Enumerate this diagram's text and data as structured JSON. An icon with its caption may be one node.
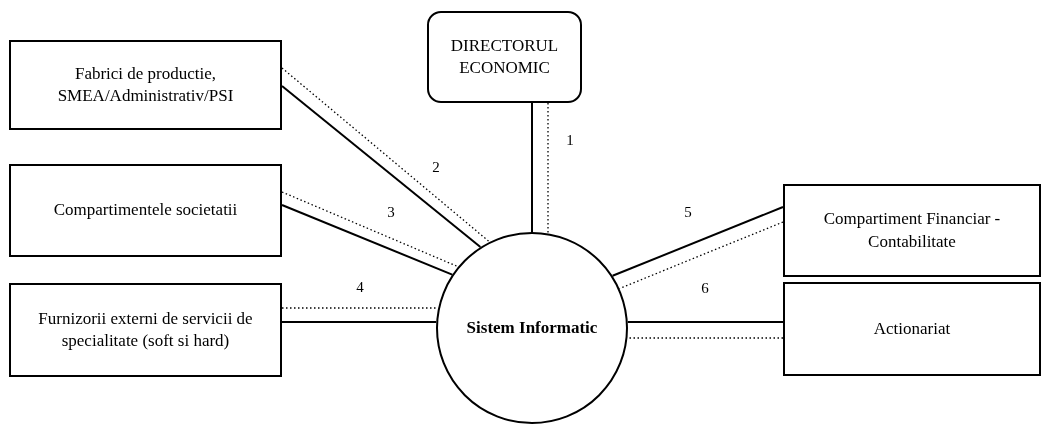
{
  "diagram": {
    "nodes": [
      {
        "text": [
          "DIRECTORUL ECONOMIC"
        ]
      },
      {
        "text": [
          "Fabrici de productie, SMEA/Administrativ/PSI"
        ]
      },
      {
        "text": [
          "Compartimentele societatii"
        ]
      },
      {
        "text": [
          "Furnizorii externi de servicii de specialitate (soft si hard)"
        ]
      },
      {
        "text": [
          "Sistem Informatic"
        ]
      },
      {
        "text": [
          "Compartiment Financiar - Contabilitate"
        ]
      },
      {
        "text": [
          "Actionariat"
        ]
      }
    ],
    "edges": [
      {
        "from": 0,
        "to": 4,
        "arrow": "none"
      },
      {
        "from": 0,
        "to": 4,
        "arrow": "none",
        "style": "dashed"
      },
      {
        "from": 1,
        "to": 4,
        "arrow": "none",
        "style": "dashed"
      },
      {
        "from": 1,
        "to": 4,
        "arrow": "none"
      },
      {
        "from": 2,
        "to": 4,
        "arrow": "none",
        "style": "dashed"
      },
      {
        "from": 2,
        "to": 4,
        "arrow": "none"
      },
      {
        "from": 3,
        "to": 4,
        "arrow": "none",
        "style": "dashed"
      },
      {
        "from": 3,
        "to": 4,
        "arrow": "none"
      },
      {
        "from": 5,
        "to": 4,
        "arrow": "none"
      },
      {
        "from": 5,
        "to": 4,
        "arrow": "none",
        "style": "dashed"
      },
      {
        "from": 6,
        "to": 4,
        "arrow": "none"
      },
      {
        "from": 6,
        "to": 4,
        "arrow": "none",
        "style": "dashed"
      }
    ],
    "labels": [
      "1",
      "2",
      "3",
      "4",
      "5",
      "6"
    ]
  }
}
